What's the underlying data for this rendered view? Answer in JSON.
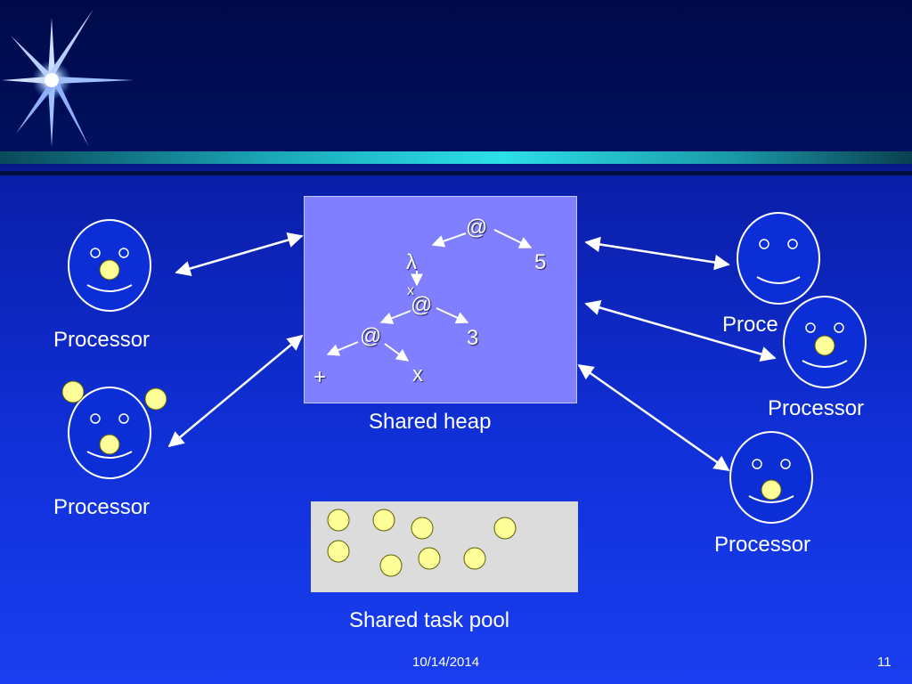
{
  "colors": {
    "face_fill": "#0b2ed6",
    "face_stroke": "#ffffff",
    "nose_fill": "#ffff99",
    "heap_fill": "#7f7fff",
    "pool_fill": "#dcdcdc",
    "arrow": "#ffffff"
  },
  "icons": {
    "star": "sparkle-star-icon",
    "processor": "smiley-face-icon",
    "task": "yellow-circle-icon"
  },
  "heap": {
    "label": "Shared heap",
    "nodes": {
      "at_top": "@",
      "lambda": "λ",
      "five": "5",
      "lambda_var": "x",
      "at_mid": "@",
      "at_low": "@",
      "three": "3",
      "plus": "+",
      "x_leaf": "x"
    }
  },
  "pool": {
    "label": "Shared task pool"
  },
  "processors": [
    {
      "label": "Processor"
    },
    {
      "label": "Processor"
    },
    {
      "label": "Proce"
    },
    {
      "label": "Processor"
    },
    {
      "label": "Processor"
    }
  ],
  "footer": {
    "date": "10/14/2014",
    "page": "11"
  }
}
